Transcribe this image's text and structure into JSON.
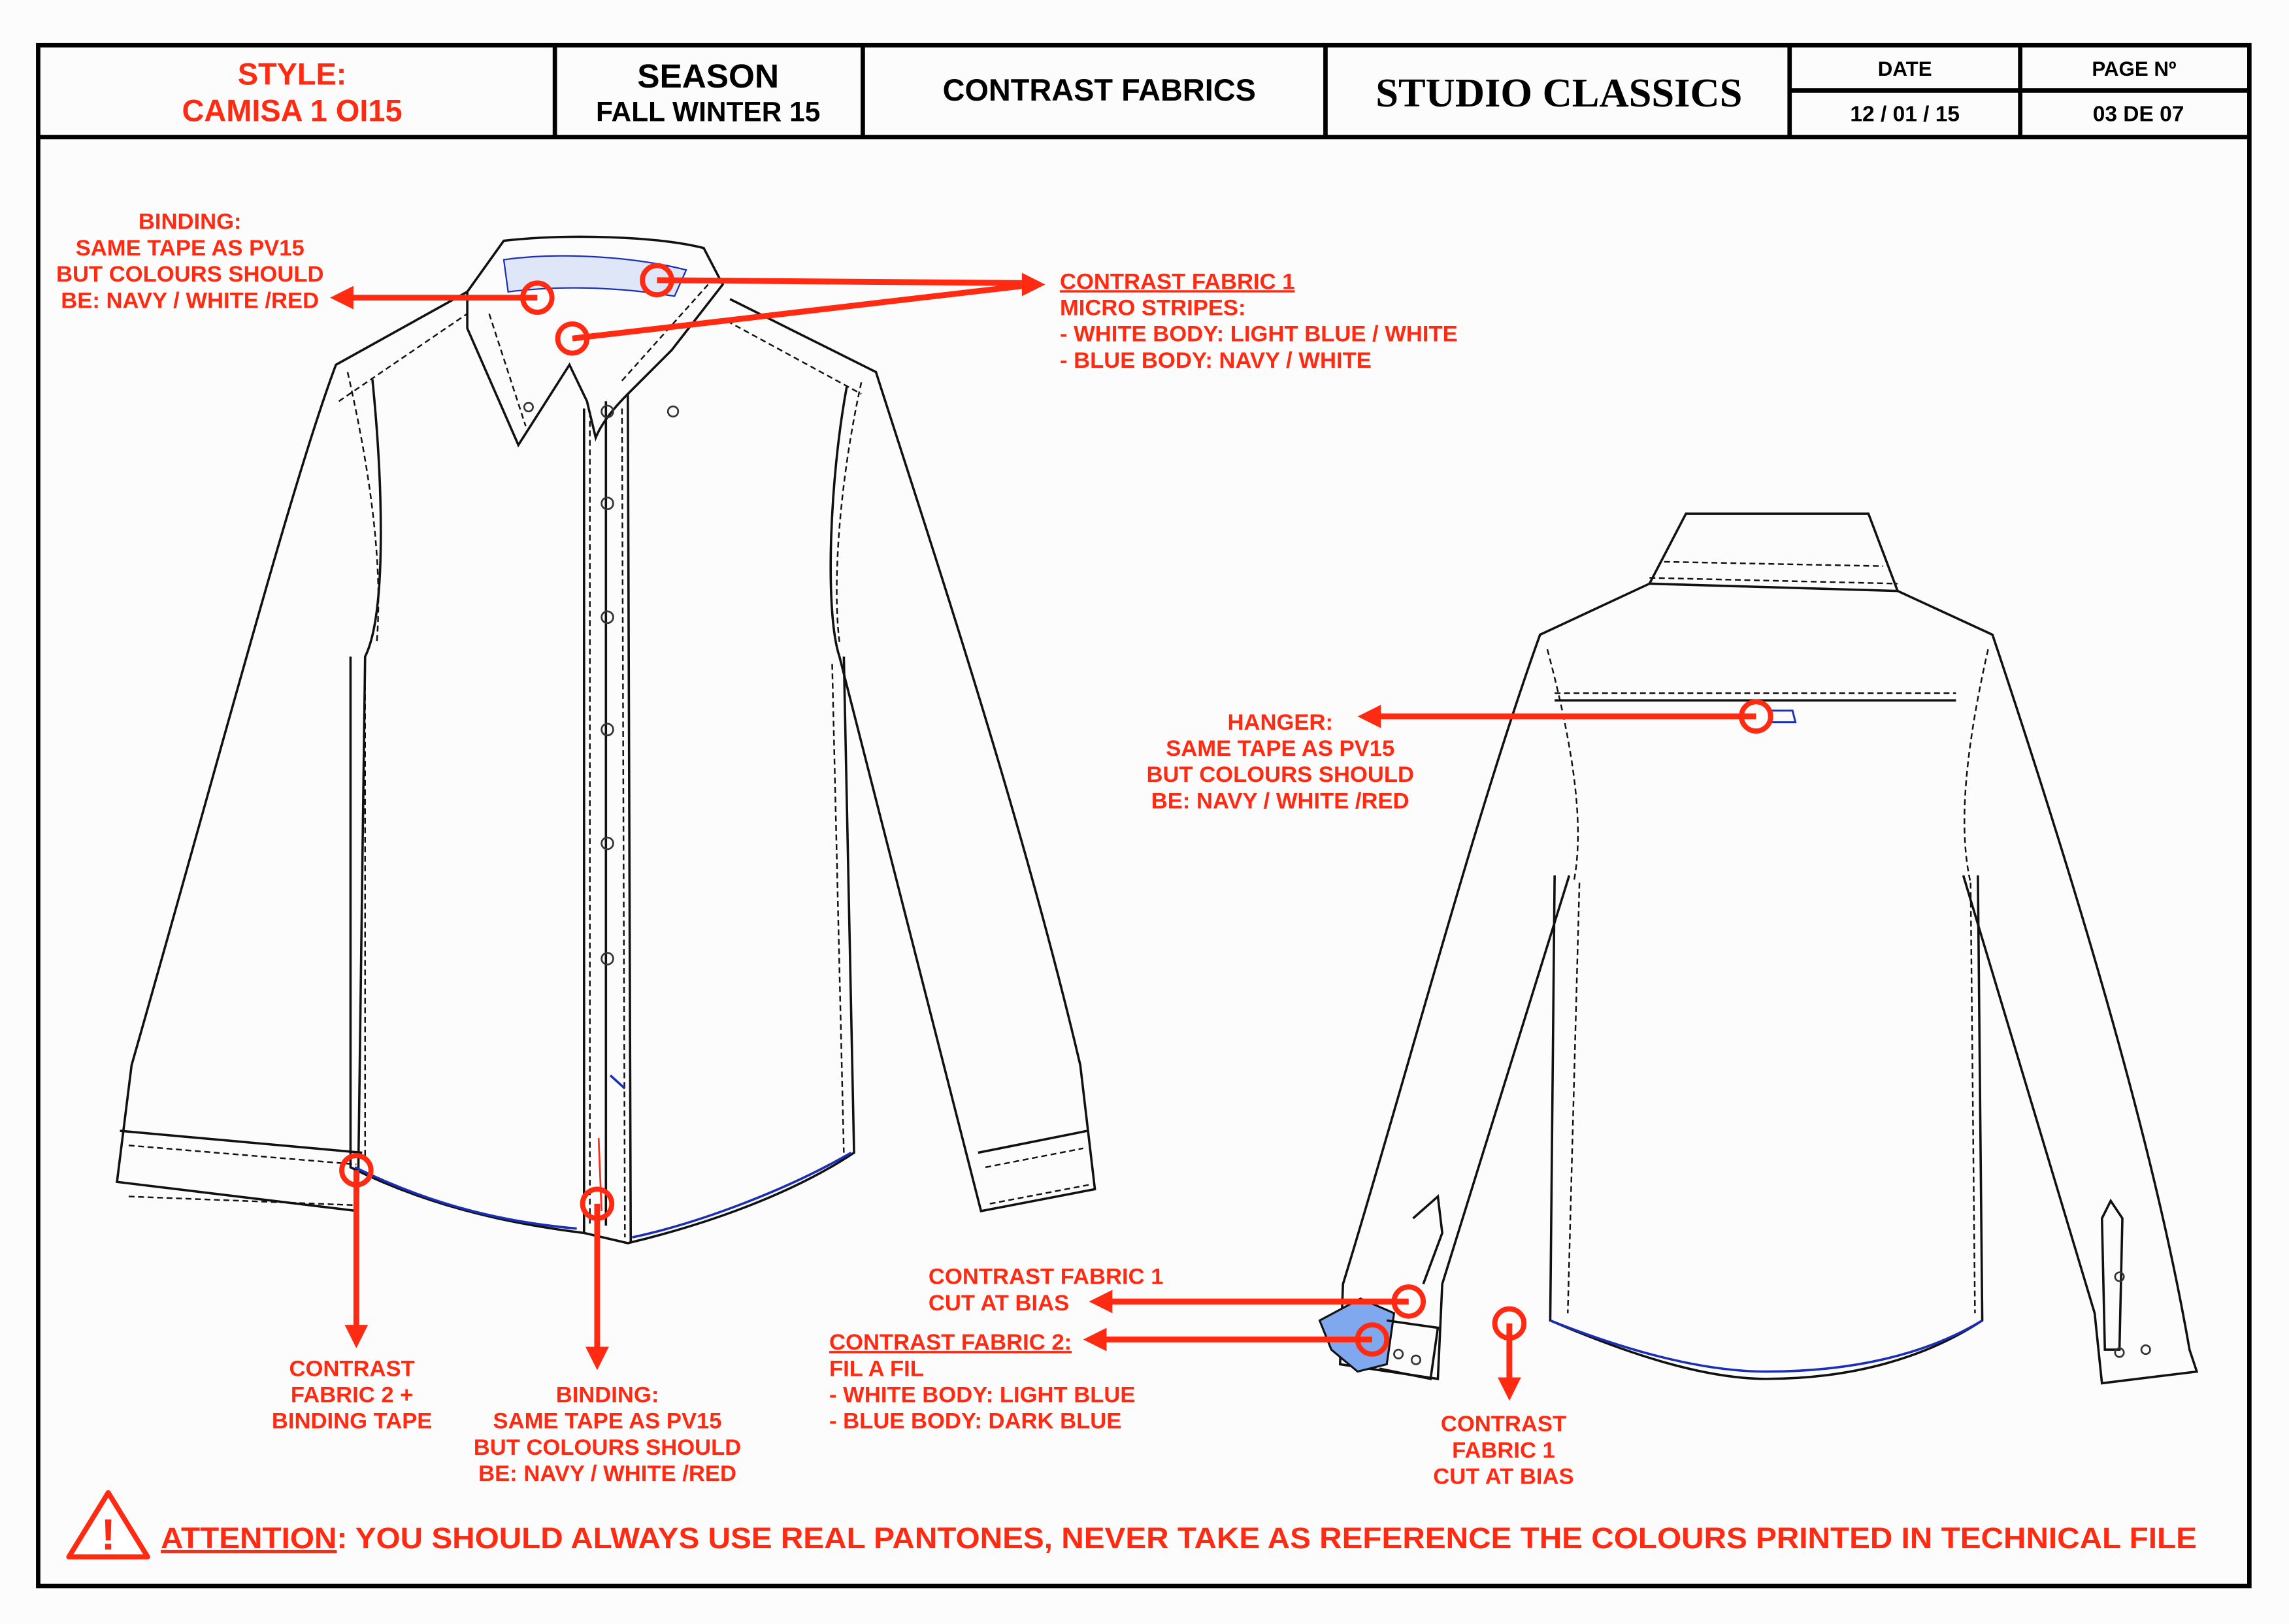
{
  "header": {
    "style_label": "STYLE:",
    "style_value": "CAMISA 1 OI15",
    "season_label": "SEASON",
    "season_value": "FALL WINTER 15",
    "sheet_title": "CONTRAST FABRICS",
    "brand": "STUDIO CLASSICS",
    "date_label": "DATE",
    "date_value": "12 / 01 / 15",
    "page_label": "PAGE Nº",
    "page_value": "03 DE 07"
  },
  "annotations": {
    "binding_collar": [
      "BINDING:",
      "SAME TAPE AS PV15",
      "BUT COLOURS SHOULD",
      "BE: NAVY / WHITE /RED"
    ],
    "contrast_fabric_1_collar": [
      "CONTRAST FABRIC 1",
      "MICRO STRIPES:",
      "- WHITE BODY: LIGHT BLUE / WHITE",
      "- BLUE BODY: NAVY / WHITE"
    ],
    "hanger": [
      "HANGER:",
      "SAME TAPE AS PV15",
      "BUT COLOURS SHOULD",
      "BE: NAVY / WHITE /RED"
    ],
    "contrast_fabric_2_hem": [
      "CONTRAST",
      "FABRIC 2 +",
      "BINDING TAPE"
    ],
    "binding_placket": [
      "BINDING:",
      "SAME TAPE AS PV15",
      "BUT COLOURS SHOULD",
      "BE: NAVY / WHITE /RED"
    ],
    "contrast_fabric_1_cuff": [
      "CONTRAST FABRIC 1",
      "CUT AT BIAS"
    ],
    "contrast_fabric_2_cuff": [
      "CONTRAST FABRIC 2:",
      "FIL A FIL",
      "- WHITE BODY: LIGHT BLUE",
      "- BLUE BODY: DARK BLUE"
    ],
    "contrast_fabric_1_placket": [
      "CONTRAST",
      "FABRIC 1",
      "CUT AT BIAS"
    ]
  },
  "footer": {
    "attention_label": "ATTENTION",
    "attention_text": ": YOU SHOULD ALWAYS USE REAL PANTONES, NEVER TAKE AS REFERENCE THE COLOURS PRINTED IN TECHNICAL FILE"
  },
  "colors": {
    "annotation": "#ff2a12",
    "binding_blue": "#1b2fb5",
    "fil_a_fil": "#7fa8ee"
  }
}
